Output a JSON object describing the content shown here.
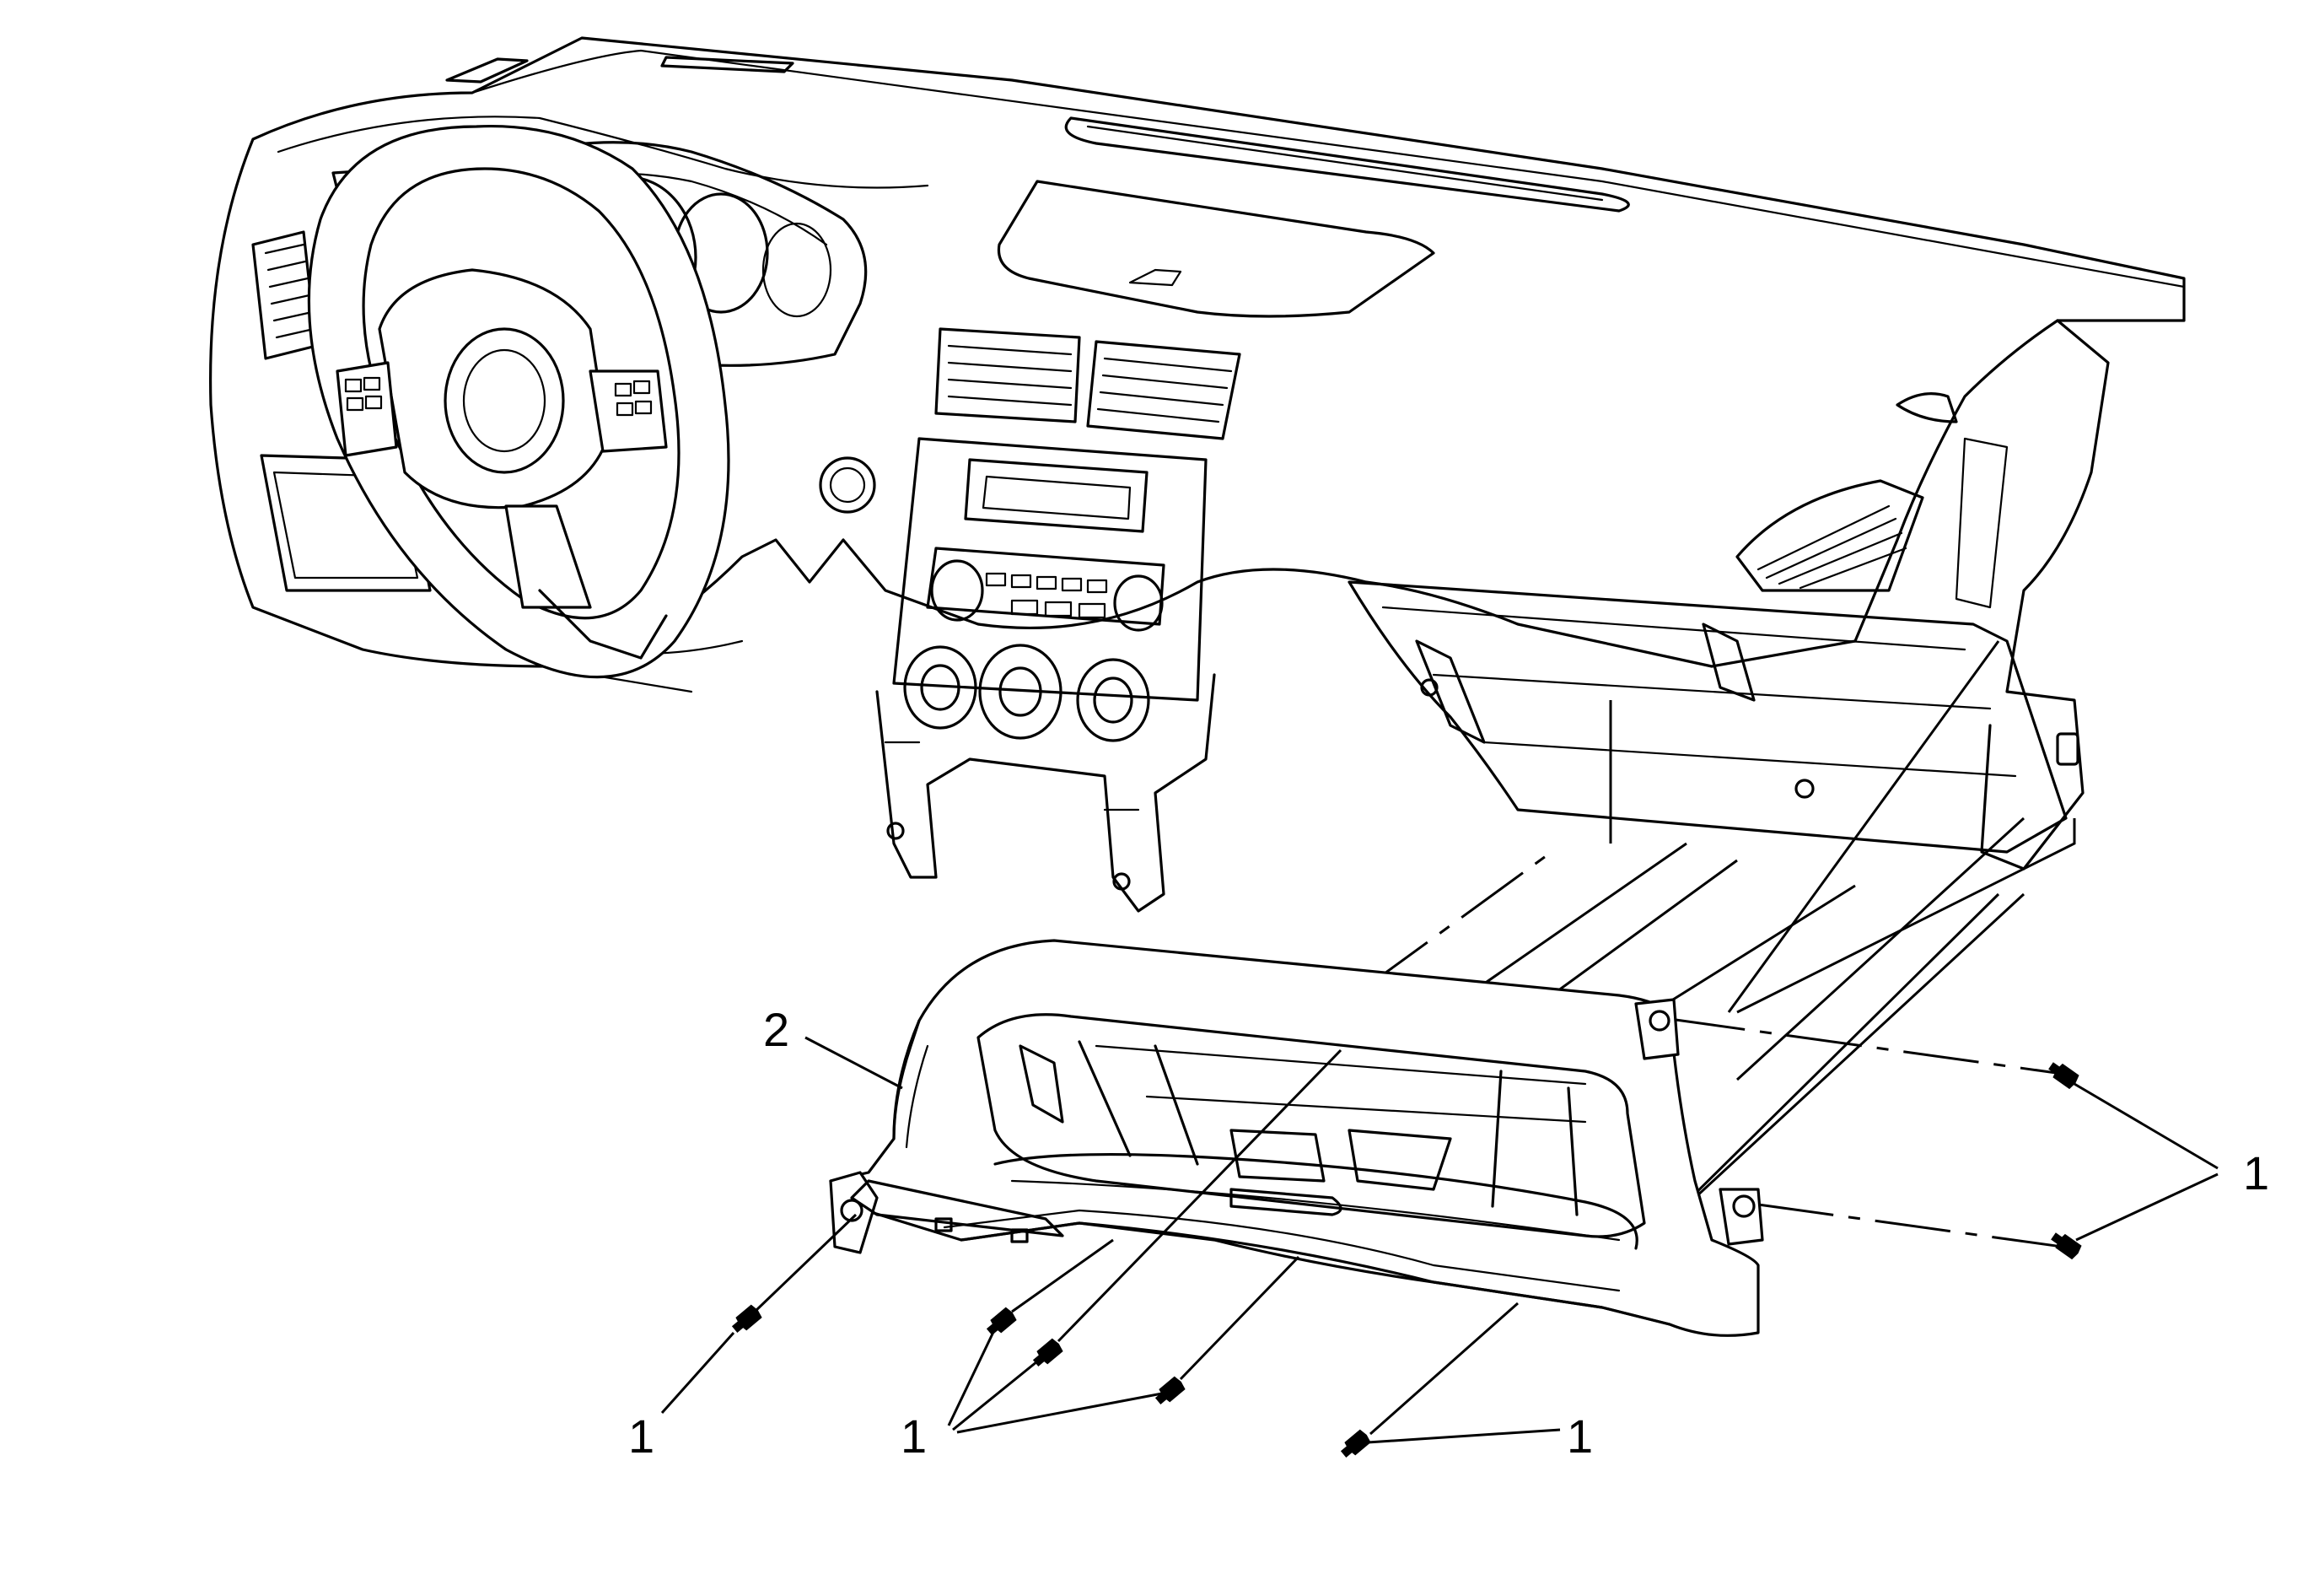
{
  "callouts": {
    "part_1_right": "1",
    "part_1_left": "1",
    "part_1_center": "1",
    "part_1_bottom": "1",
    "part_2": "2"
  },
  "icons": {
    "fastener": "screw-icon"
  }
}
